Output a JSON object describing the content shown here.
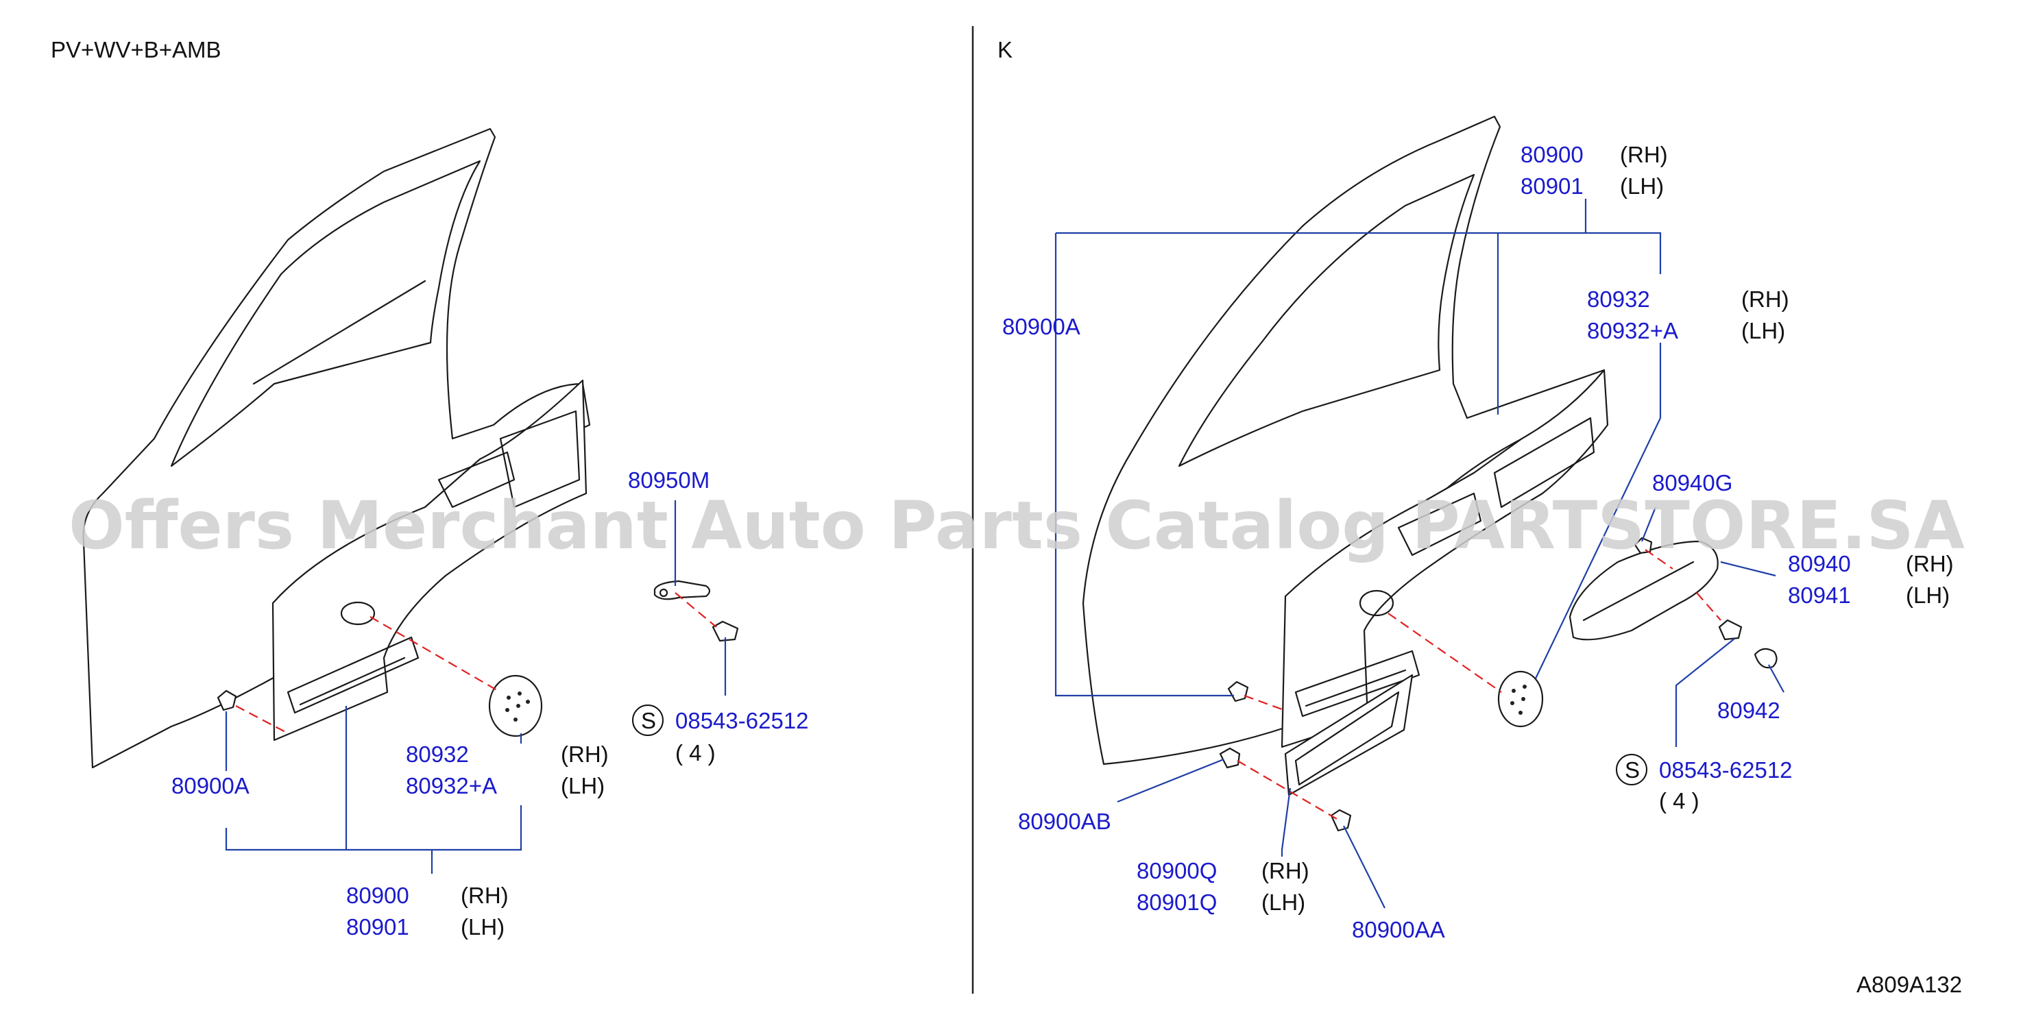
{
  "panels": {
    "left": {
      "variant": "PV+WV+B+AMB"
    },
    "right": {
      "variant": "K"
    }
  },
  "watermark": "Offers Merchant Auto Parts Catalog PARTSTORE.SA",
  "diagram_id": "A809A132",
  "colors": {
    "part_number": "#1a1acc",
    "leader_line": "#1f3fa8",
    "fastener_axis": "#e02020",
    "watermark": "#cfcfcf"
  },
  "left_labels": {
    "clip_80950M": "80950M",
    "screw_symbol": "S",
    "screw_part": "08543-62512",
    "screw_qty": "( 4 )",
    "cover_rh": "80932",
    "cover_lh": "80932+A",
    "rh_note": "(RH)",
    "lh_note": "(LH)",
    "clip_80900A": "80900A",
    "trim_rh": "80900",
    "trim_lh": "80901",
    "trim_rh_note": "(RH)",
    "trim_lh_note": "(LH)"
  },
  "right_labels": {
    "trim_rh": "80900",
    "trim_lh": "80901",
    "trim_rh_note": "(RH)",
    "trim_lh_note": "(LH)",
    "clip_80900A": "80900A",
    "cover_rh": "80932",
    "cover_lh": "80932+A",
    "cover_rh_note": "(RH)",
    "cover_lh_note": "(LH)",
    "clip_80940G": "80940G",
    "pull_rh": "80940",
    "pull_lh": "80941",
    "pull_rh_note": "(RH)",
    "pull_lh_note": "(LH)",
    "cap_80942": "80942",
    "screw_symbol": "S",
    "screw_part": "08543-62512",
    "screw_qty": "( 4 )",
    "clip_80900AB": "80900AB",
    "pocket_rh": "80900Q",
    "pocket_lh": "80901Q",
    "pocket_rh_note": "(RH)",
    "pocket_lh_note": "(LH)",
    "clip_80900AA": "80900AA"
  }
}
